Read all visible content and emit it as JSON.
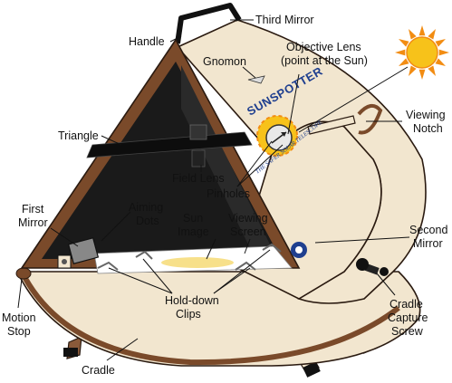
{
  "brand": {
    "logo_text": "SUNSPOTTER",
    "tagline": "THE SAFER SOLAR TELESCOPE"
  },
  "labels": {
    "handle": "Handle",
    "third_mirror": "Third Mirror",
    "objective_lens_line1": "Objective Lens",
    "objective_lens_line2": "(point at the Sun)",
    "gnomon": "Gnomon",
    "viewing_notch_line1": "Viewing",
    "viewing_notch_line2": "Notch",
    "triangle": "Triangle",
    "field_lens": "Field Lens",
    "pinholes": "Pinholes",
    "first_mirror_line1": "First",
    "first_mirror_line2": "Mirror",
    "aiming_dots_line1": "Aiming",
    "aiming_dots_line2": "Dots",
    "sun_image_line1": "Sun",
    "sun_image_line2": "Image",
    "viewing_screen_line1": "Viewing",
    "viewing_screen_line2": "Screen",
    "second_mirror_line1": "Second",
    "second_mirror_line2": "Mirror",
    "hold_down_clips_line1": "Hold-down",
    "hold_down_clips_line2": "Clips",
    "motion_stop_line1": "Motion",
    "motion_stop_line2": "Stop",
    "cradle": "Cradle",
    "cradle_capture_screw_line1": "Cradle",
    "cradle_capture_screw_line2": "Capture",
    "cradle_capture_screw_line3": "Screw"
  },
  "colors": {
    "wood": "#f2e6cf",
    "wood_edge": "#2a1a10",
    "frame_brown": "#7a4a2a",
    "interior": "#1a1a1a",
    "sun_fill": "#f7c21a",
    "sun_ray": "#f28c12",
    "sun_image": "#f7e08a",
    "brand_blue": "#1f3f8f"
  }
}
